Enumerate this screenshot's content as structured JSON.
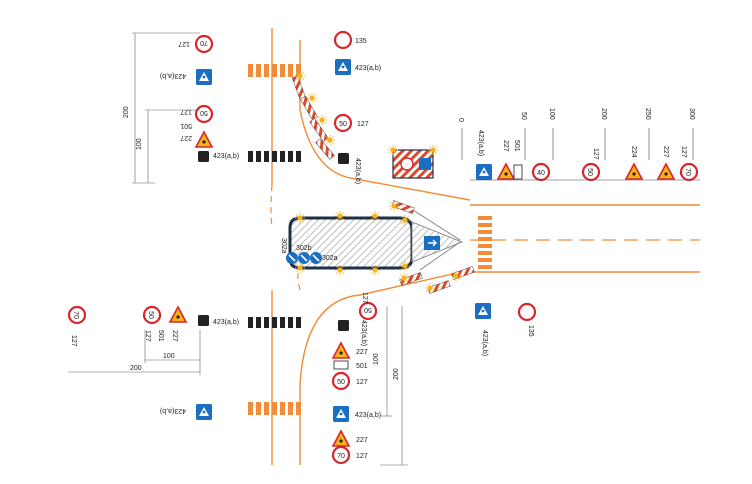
{
  "north": {
    "top_sign_labels": [
      "127",
      "423(a,b)"
    ],
    "left_group_labels": [
      "50",
      "127",
      "501",
      "227",
      "423(a,b)"
    ],
    "right_labels": [
      "135",
      "423(a,b)",
      "127",
      "423(a,b)"
    ],
    "dims": [
      "200",
      "100"
    ]
  },
  "south": {
    "sign_labels": [
      "127",
      "423(a,b)",
      "227",
      "501",
      "127",
      "227",
      "423(a,b)",
      "227",
      "127",
      "423(a,b)",
      "135",
      "127",
      "423(a,b)"
    ],
    "dims": [
      "100",
      "200",
      "100",
      "200"
    ]
  },
  "island": {
    "labels": [
      "302a",
      "302b",
      "302a"
    ]
  },
  "scale": {
    "ticks": [
      "0",
      "50",
      "100",
      "200",
      "250",
      "300"
    ],
    "sign_labels": [
      "423(a,b)",
      "227",
      "501",
      "127",
      "224",
      "227",
      "127"
    ]
  },
  "speed_values": {
    "sign_50": "50",
    "sign_40": "40",
    "sign_70": "70"
  },
  "colors": {
    "road_edge": "#f28c38",
    "hatch_red": "#d94b2b",
    "sign_blue": "#1c6fc0",
    "sign_red": "#d8262e",
    "warn_yellow": "#f6b21a"
  }
}
